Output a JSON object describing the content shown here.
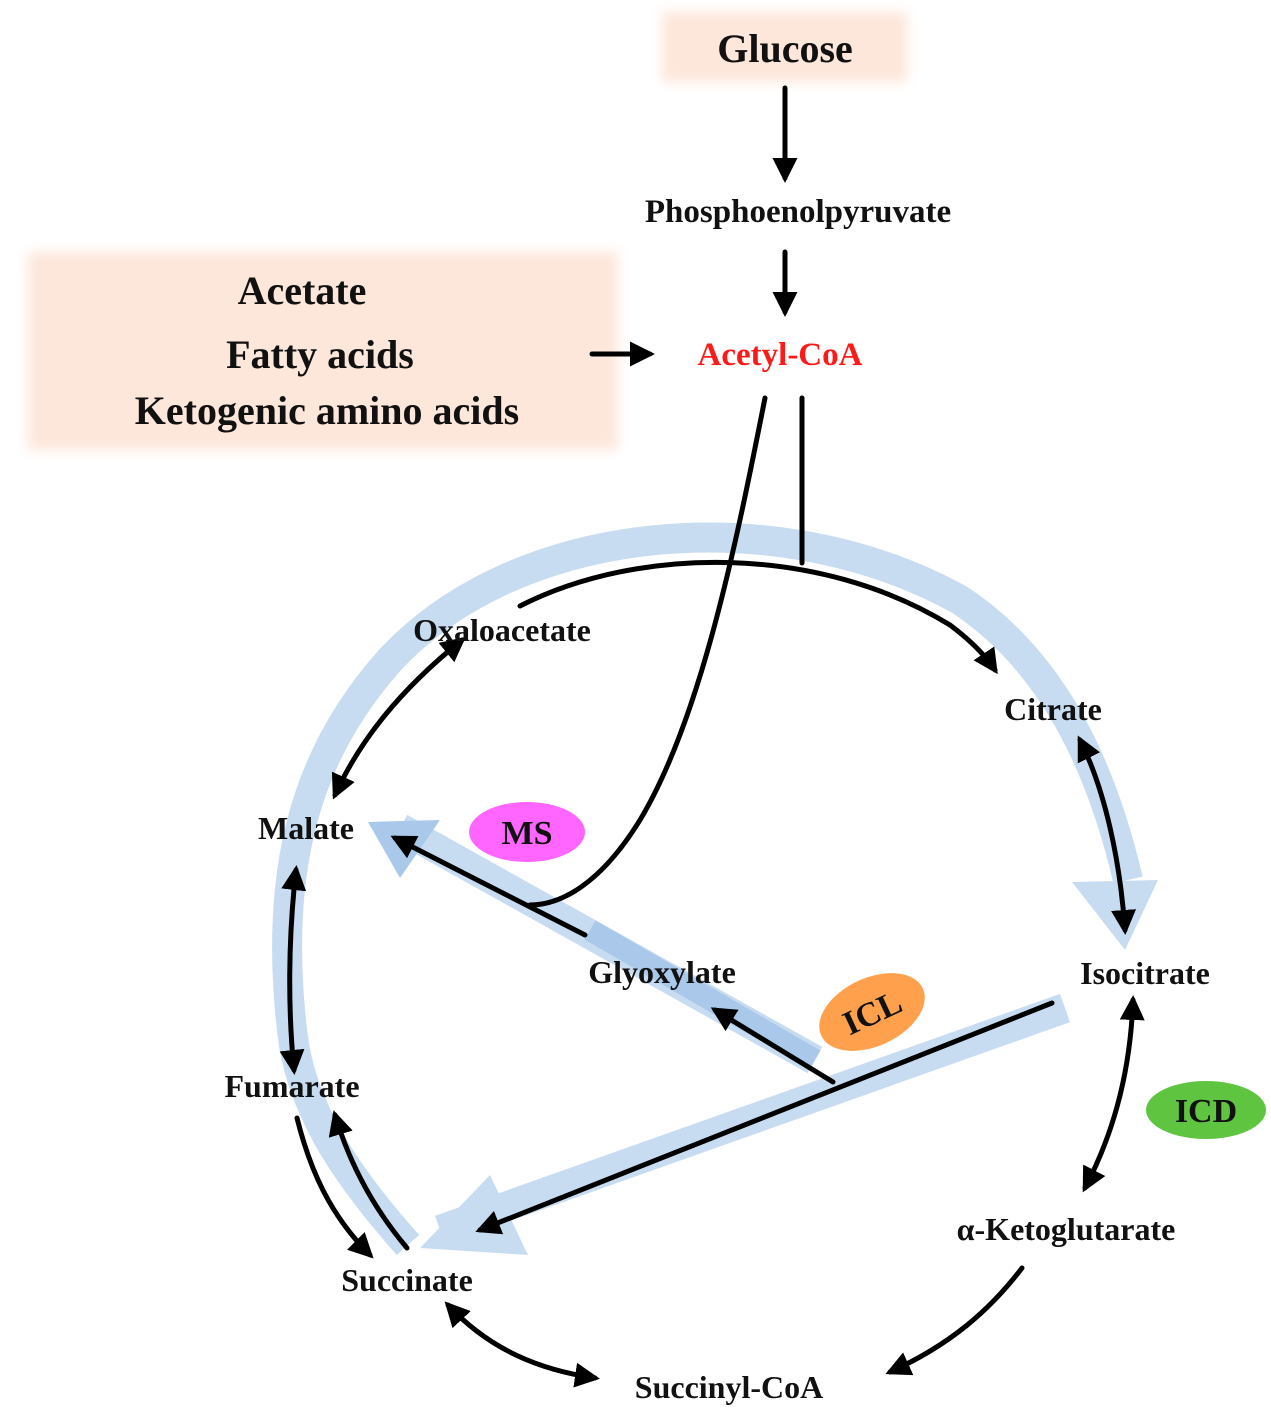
{
  "colors": {
    "source_box": "#fde6da",
    "cycle_highlight": "#c8dcf1",
    "highlight_arrow": "#a9c8ea",
    "acetyl_coa": "#ff1a1a",
    "text": "#111111",
    "MS": "#ff66ff",
    "ICL": "#ffa04d",
    "ICD": "#5fc440"
  },
  "inputs": {
    "glucose": "Glucose",
    "phosphoenolpyruvate": "Phosphoenolpyruvate",
    "other_sources": [
      "Acetate",
      "Fatty acids",
      "Ketogenic amino acids"
    ],
    "acetyl_coa": "Acetyl-CoA"
  },
  "metabolites": {
    "oxaloacetate": "Oxaloacetate",
    "citrate": "Citrate",
    "isocitrate": "Isocitrate",
    "alpha_ketoglutarate": "α-Ketoglutarate",
    "succinyl_coa": "Succinyl-CoA",
    "succinate": "Succinate",
    "fumarate": "Fumarate",
    "malate": "Malate",
    "glyoxylate": "Glyoxylate"
  },
  "enzymes": {
    "ms": "MS",
    "icl": "ICL",
    "icd": "ICD"
  }
}
